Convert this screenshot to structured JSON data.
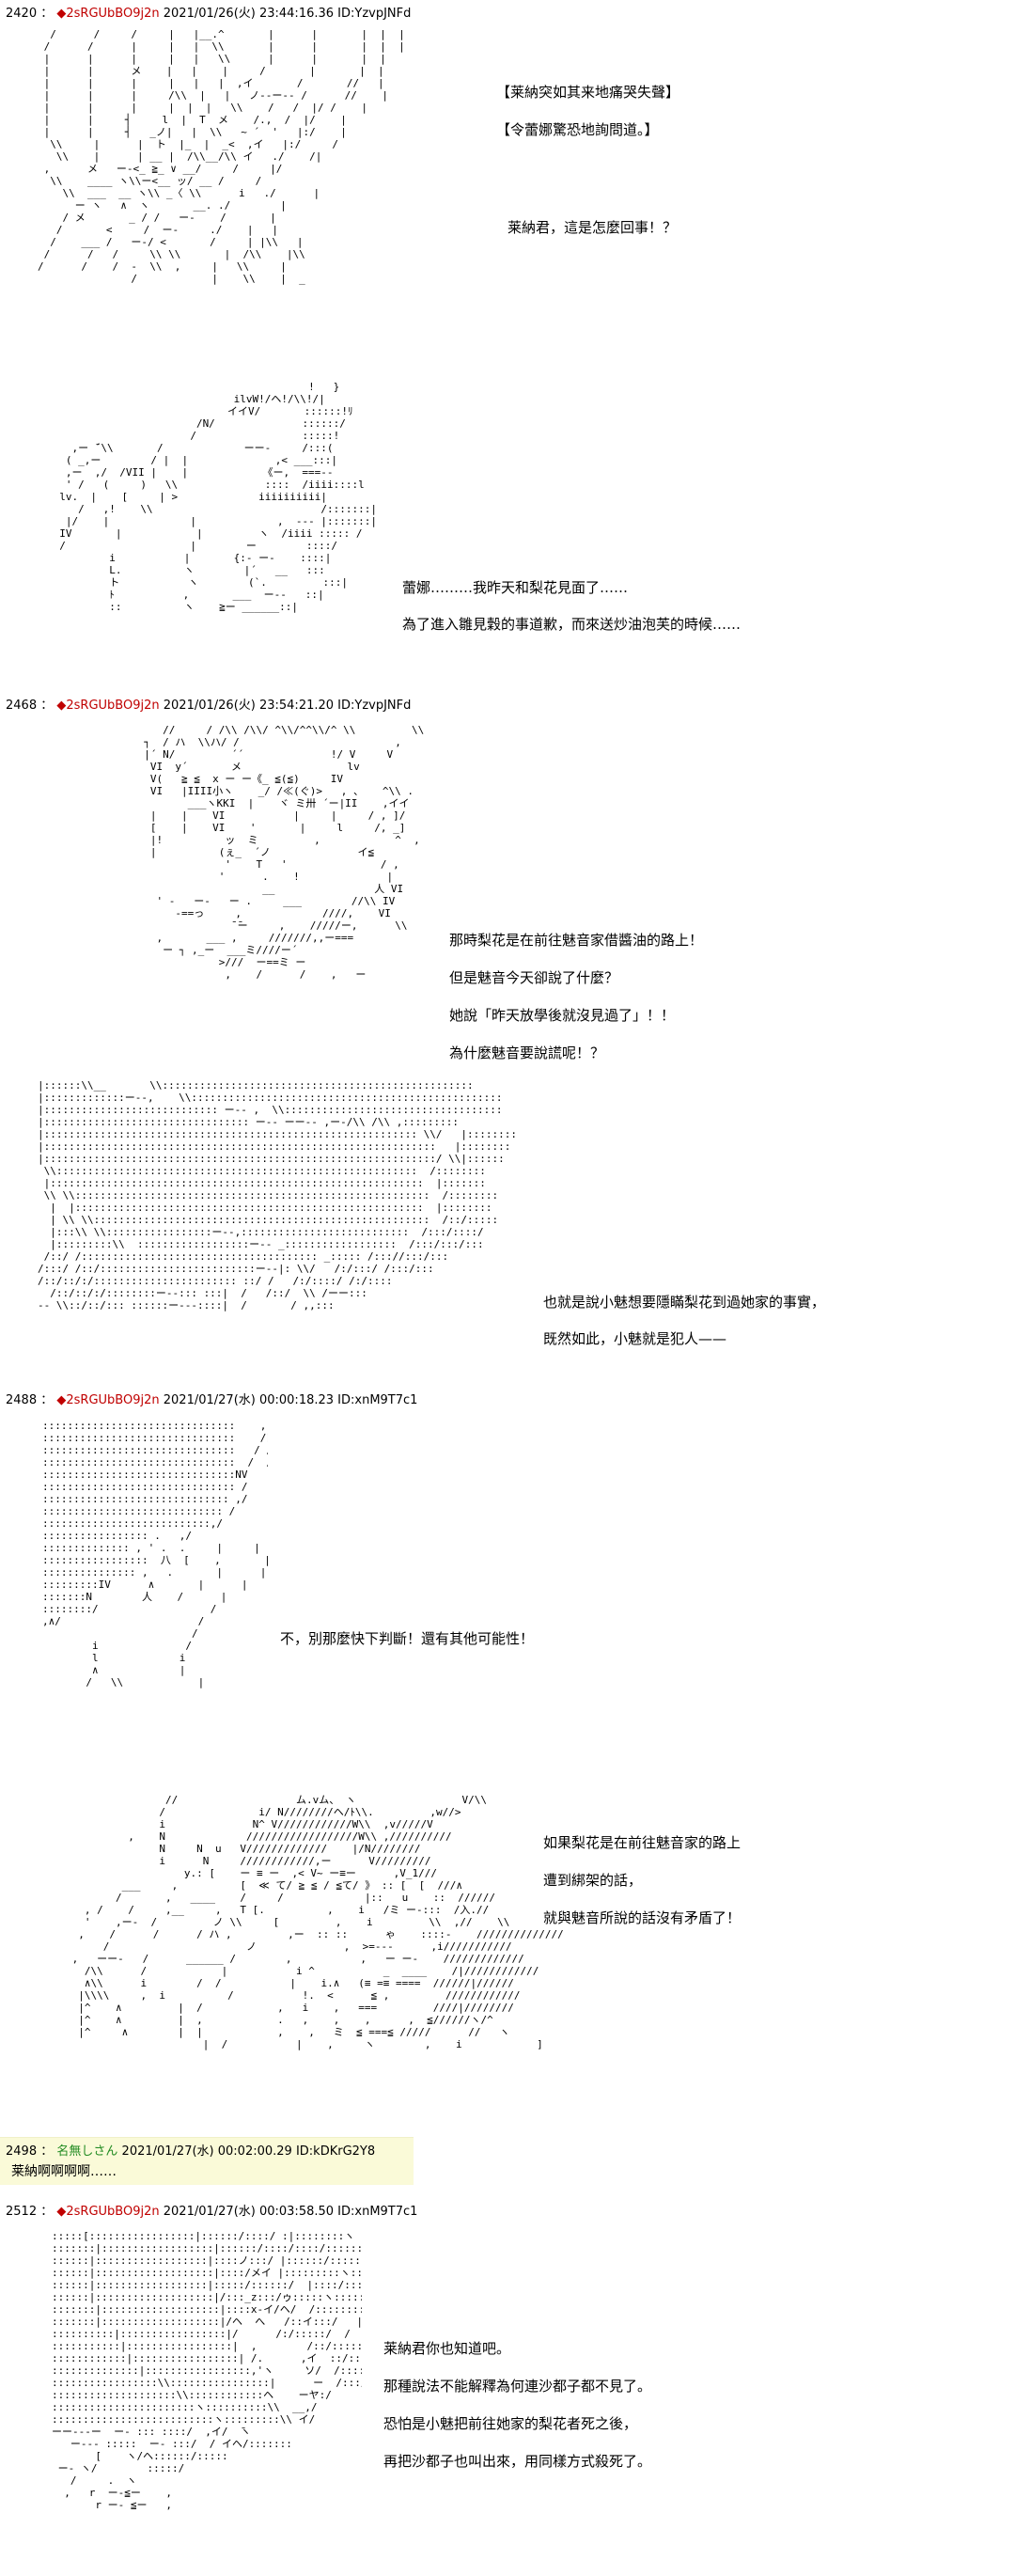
{
  "posts": [
    {
      "number": "2420",
      "trip": "◆2sRGUbBO9j2n",
      "date": "2021/01/26(火) 23:44:16.36 ID:YzvpJNFd",
      "dialogue": [
        "【莱納突如其来地痛哭失聲】",
        "【令蕾娜驚恐地詢問道。】",
        "莱納君，這是怎麼回事！？",
        "蕾娜………我昨天和梨花見面了……",
        "為了進入雛見穀的事道歉，而來送炒油泡芙的時候……"
      ]
    },
    {
      "number": "2468",
      "trip": "◆2sRGUbBO9j2n",
      "date": "2021/01/26(火) 23:54:21.20 ID:YzvpJNFd",
      "dialogue": [
        "那時梨花是在前往魅音家借醬油的路上！",
        "但是魅音今天卻說了什麼？",
        "她說「昨天放學後就沒見過了」！！",
        "為什麼魅音要說謊呢！？",
        "也就是說小魅想要隱瞞梨花到過她家的事實，",
        "既然如此，小魅就是犯人——"
      ]
    },
    {
      "number": "2488",
      "trip": "◆2sRGUbBO9j2n",
      "date": "2021/01/27(水) 00:00:18.23 ID:xnM9T7c1",
      "dialogue": [
        "不，別那麼快下判斷！還有其他可能性！",
        "如果梨花是在前往魅音家的路上",
        "遭到綁架的話，",
        "就與魅音所說的話沒有矛盾了！"
      ]
    },
    {
      "number": "2498",
      "name": "名無しさん",
      "date": "2021/01/27(水) 00:02:00.29 ID:kDKrG2Y8",
      "body": "莱納啊啊啊啊……"
    },
    {
      "number": "2512",
      "trip": "◆2sRGUbBO9j2n",
      "date": "2021/01/27(水) 00:03:58.50 ID:xnM9T7c1",
      "dialogue": [
        "莱納君你也知道吧。",
        "那種說法不能解釋為何連沙都子都不見了。",
        "恐怕是小魅把前往她家的梨花者死之後，",
        "再把沙都子也叫出來，用同樣方式殺死了。"
      ]
    }
  ],
  "separator": "："
}
